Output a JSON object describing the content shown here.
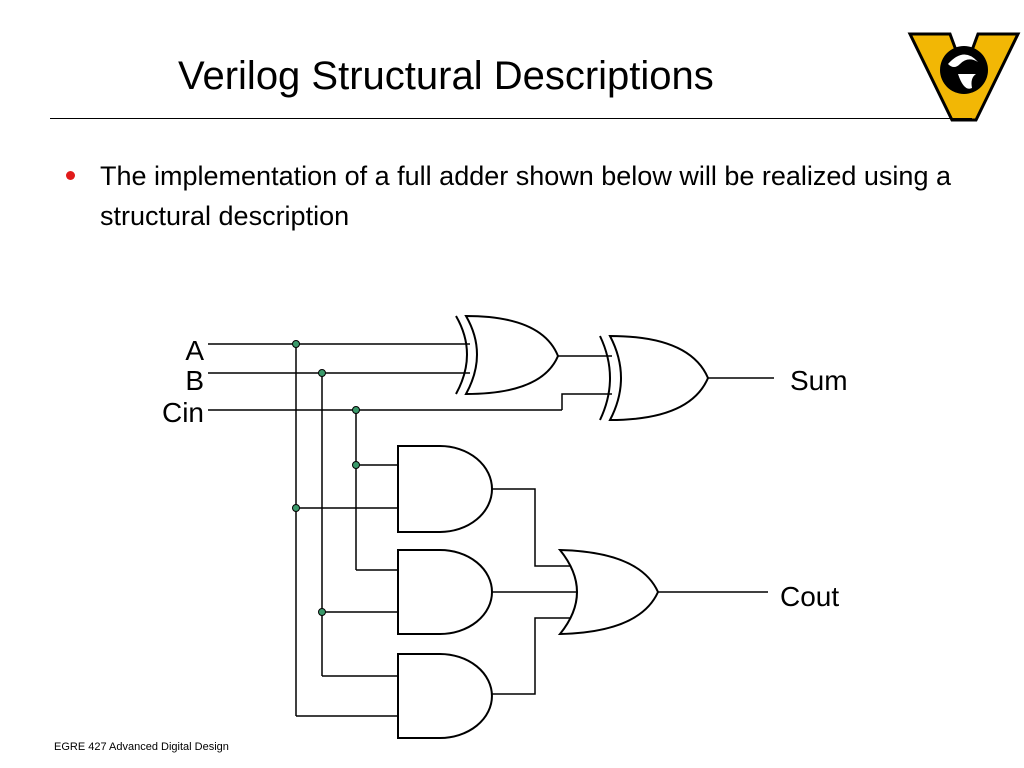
{
  "slide": {
    "title": "Verilog Structural Descriptions",
    "bullet": "The implementation of a full adder shown below will be realized using a structural description",
    "footer": "EGRE 427 Advanced Digital Design"
  },
  "diagram": {
    "inputs": [
      "A",
      "B",
      "Cin"
    ],
    "outputs": [
      "Sum",
      "Cout"
    ],
    "gates": [
      {
        "type": "XOR",
        "inputs": [
          "A",
          "B"
        ],
        "output": "A^B"
      },
      {
        "type": "XOR",
        "inputs": [
          "A^B",
          "Cin"
        ],
        "output": "Sum"
      },
      {
        "type": "AND",
        "inputs": [
          "Cin",
          "A"
        ],
        "output": "Cin·A"
      },
      {
        "type": "AND",
        "inputs": [
          "Cin",
          "B"
        ],
        "output": "Cin·B"
      },
      {
        "type": "AND",
        "inputs": [
          "B",
          "A"
        ],
        "output": "A·B"
      },
      {
        "type": "OR",
        "inputs": [
          "Cin·A",
          "Cin·B",
          "A·B"
        ],
        "output": "Cout"
      }
    ]
  },
  "colors": {
    "bullet": "#e11b1b",
    "junction_dot": "#3b9a6b",
    "logo_gold": "#f2b705",
    "logo_black": "#000000"
  },
  "logo": {
    "icon": "university-ram-v-logo"
  }
}
